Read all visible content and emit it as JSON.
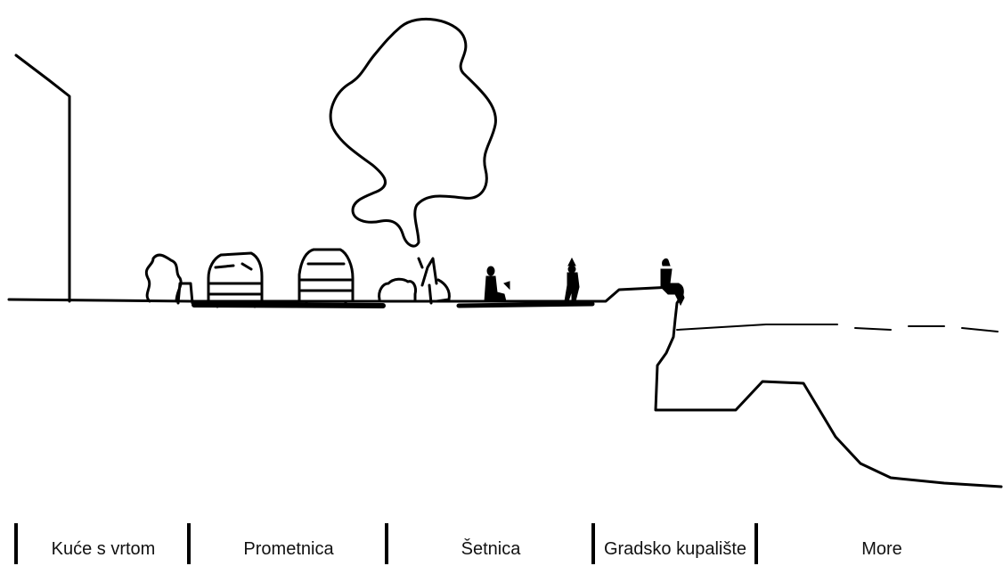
{
  "zones": [
    {
      "label": "Kuće s vrtom"
    },
    {
      "label": "Prometnica"
    },
    {
      "label": "Šetnica"
    },
    {
      "label": "Gradsko kupalište"
    },
    {
      "label": "More"
    }
  ],
  "colors": {
    "ink": "#000000",
    "paper": "#ffffff"
  }
}
